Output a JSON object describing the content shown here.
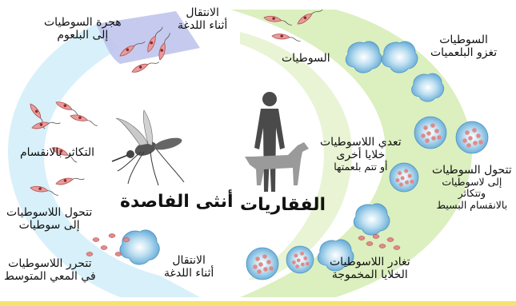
{
  "title_vertebrates": "الفقاريات",
  "title_sandfly": "أنثى الفاصدة",
  "labels": {
    "transfer_top": [
      "الانتقال",
      "أثناء اللدغة"
    ],
    "promastigotes": "السوطيات",
    "invade": [
      "السوطيات",
      "تغزو البلعميات"
    ],
    "transform": [
      "تتحول السوطيات",
      "إلى لاسوطيات",
      "وتتكاثر",
      "بالانقسام البسيط"
    ],
    "infect_other": [
      "تعدي اللاسوطيات",
      "خلايا أخرى",
      "أو تتم بلعمتها"
    ],
    "exit_cells": [
      "تغادر اللاسوطيات",
      "الخلايا المخموجة"
    ],
    "transfer_bottom": [
      "الانتقال",
      "أثناء اللدغة"
    ],
    "released_midgut": [
      "تتحرر اللاسوطيات",
      "في المعي المتوسط"
    ],
    "amastigote_to_promastigote": [
      "تتحول اللاسوطيات",
      "إلى سوطيات"
    ],
    "multiply_division": "التكاثر بالانقسام",
    "migrate_proboscis": [
      "هجرة السوطيات",
      "إلى البلعوم"
    ]
  },
  "colors": {
    "vertebrate_arc": "#d6ecb4",
    "sandfly_arc_light": "#d4eef8",
    "sandfly_arc_purple": "#b9bfe9",
    "cell": "#6fb1d8",
    "parasite": "#e08a8a",
    "silhouette": "#4a4a4a",
    "bottom_line": "#f4e36e"
  }
}
